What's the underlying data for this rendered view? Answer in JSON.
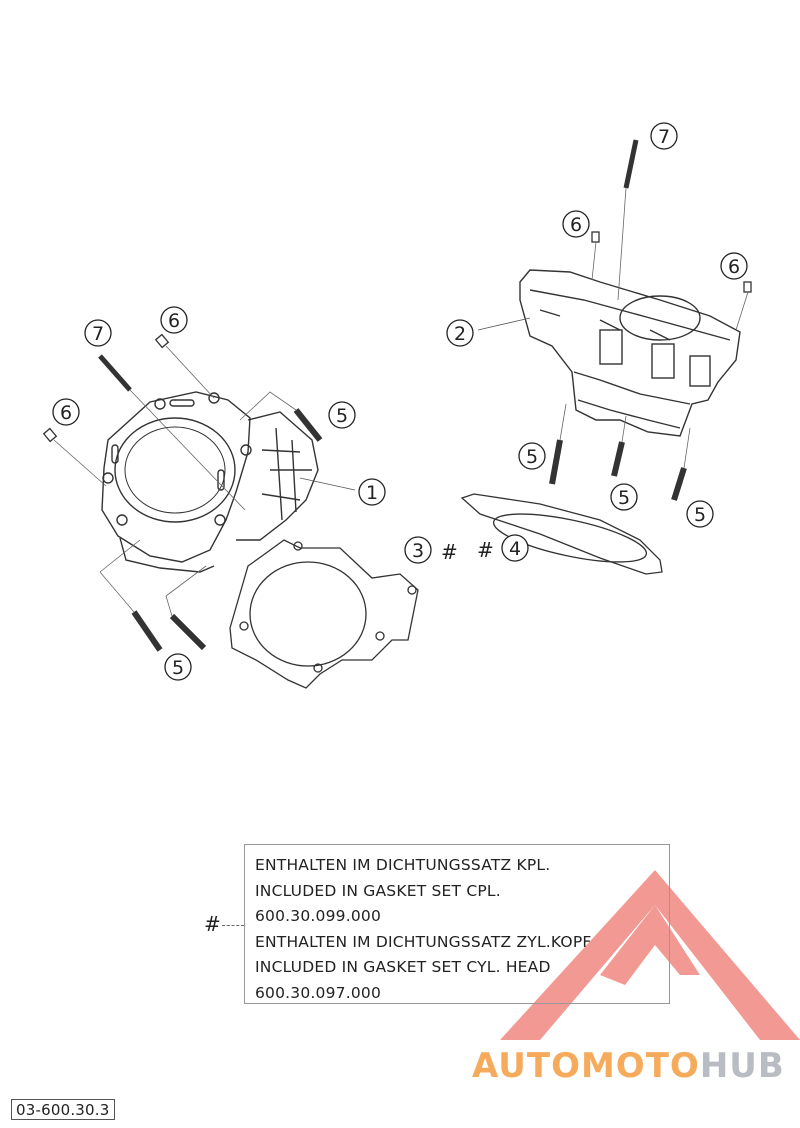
{
  "callouts": {
    "c1": "1",
    "c2": "2",
    "c3": "3",
    "c4": "4",
    "c5a": "5",
    "c5b": "5",
    "c5c": "5",
    "c5d": "5",
    "c5e": "5",
    "c6a": "6",
    "c6b": "6",
    "c6c": "6",
    "c6d": "6",
    "c7a": "7",
    "c7b": "7"
  },
  "hash_marks": {
    "left": "#",
    "right": "#",
    "note": "#"
  },
  "note": {
    "lines": [
      "ENTHALTEN IM DICHTUNGSSATZ KPL.",
      "INCLUDED IN GASKET SET CPL.",
      "600.30.099.000",
      "ENTHALTEN IM DICHTUNGSSATZ ZYL.KOPF",
      "INCLUDED IN GASKET SET CYL. HEAD",
      "600.30.097.000"
    ]
  },
  "drawing_number": "03-600.30.3",
  "watermark": {
    "part1": "AUTOMOTO",
    "part2": "HUB",
    "color_triangle": "#e8463c",
    "color_text1": "#f4a24a",
    "color_text2": "#b9bcc2"
  }
}
